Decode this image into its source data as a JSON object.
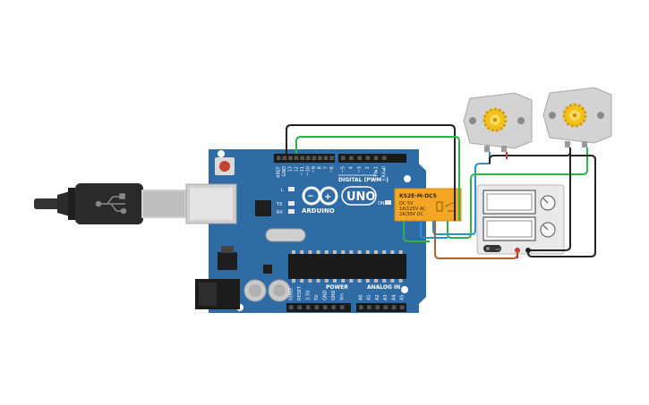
{
  "board": {
    "brand": "ARDUINO",
    "model": "UNO",
    "digital_header": "DIGITAL (PWM~)",
    "power_header": "POWER",
    "analog_header": "ANALOG IN",
    "led_l": "L",
    "led_tx": "TX",
    "led_rx": "RX",
    "on_label": "ON",
    "digital_pins": [
      "AREF",
      "GND",
      "13",
      "12",
      "~11",
      "~10",
      "~9",
      "8",
      "7",
      "~6",
      "~5",
      "4",
      "~3",
      "2",
      "TX▸1",
      "RX◂0"
    ],
    "power_pins": [
      "IOREF",
      "RESET",
      "3.3V",
      "5V",
      "GND",
      "GND",
      "Vin"
    ],
    "analog_pins": [
      "A0",
      "A1",
      "A2",
      "A3",
      "A4",
      "A5"
    ],
    "color": "#2f6ca6"
  },
  "relay": {
    "title": "KS2E-M-DC5",
    "line1": "DC 5V",
    "line2": "1A/125V AC",
    "line3": "2A/30V DC",
    "color": "#f5a623"
  },
  "power_supply": {
    "switch_label": "OFF"
  },
  "wires": {
    "black": "#222222",
    "green": "#2db34a",
    "blue": "#2a8fd4",
    "brown": "#a86434",
    "red": "#d0312d"
  },
  "icons": {
    "usb_plug": "usb-plug-icon",
    "motor": "dc-motor-icon",
    "gear": "gear-icon"
  }
}
